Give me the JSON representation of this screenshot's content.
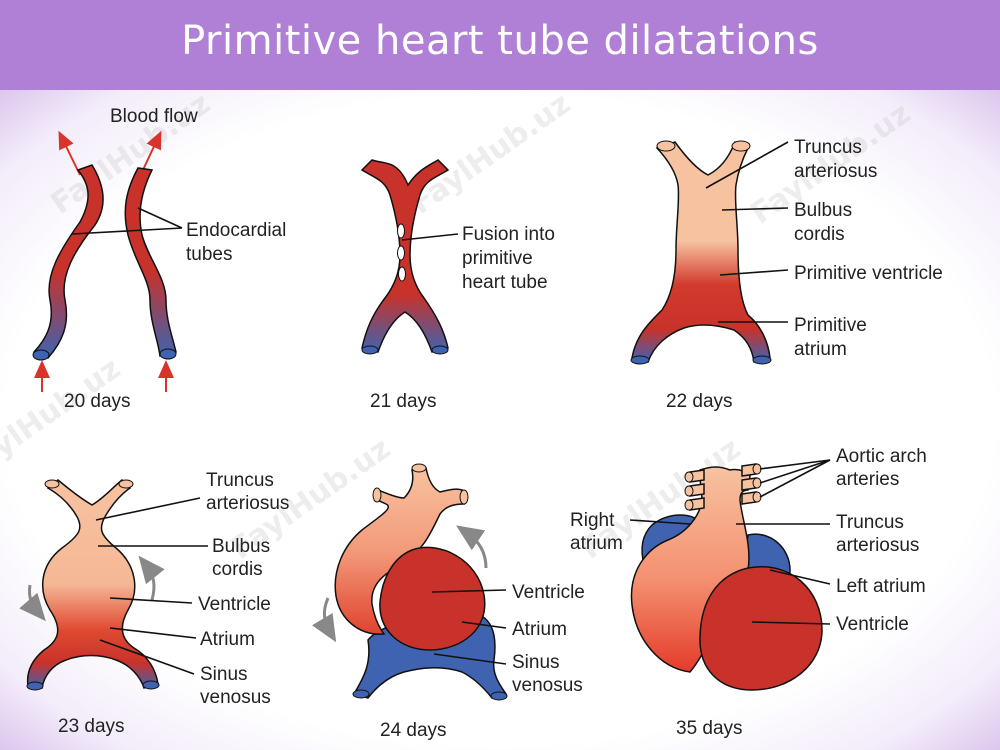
{
  "title": "Primitive heart tube dilatations",
  "watermark": "FaylHub.uz",
  "colors": {
    "background": "#b07fd6",
    "arterial_red": "#c8322a",
    "venous_blue": "#3f63b0",
    "bulbus_peach": "#f7c2a0"
  },
  "panels": {
    "d20": {
      "day": "20 days",
      "top_label": "Blood flow",
      "labels": [
        "Endocardial",
        "tubes"
      ]
    },
    "d21": {
      "day": "21 days",
      "labels": [
        "Fusion into",
        "primitive",
        "heart tube"
      ]
    },
    "d22": {
      "day": "22 days",
      "labels": [
        "Truncus",
        "arteriosus",
        "Bulbus",
        "cordis",
        "Primitive ventricle",
        "Primitive",
        "atrium"
      ]
    },
    "d23": {
      "day": "23 days",
      "labels": [
        "Truncus",
        "arteriosus",
        "Bulbus",
        "cordis",
        "Ventricle",
        "Atrium",
        "Sinus",
        "venosus"
      ]
    },
    "d24": {
      "day": "24 days",
      "labels": [
        "Ventricle",
        "Atrium",
        "Sinus",
        "venosus"
      ]
    },
    "d35": {
      "day": "35 days",
      "labels": [
        "Aortic arch",
        "arteries",
        "Truncus",
        "arteriosus",
        "Left atrium",
        "Ventricle",
        "Right",
        "atrium"
      ]
    }
  }
}
